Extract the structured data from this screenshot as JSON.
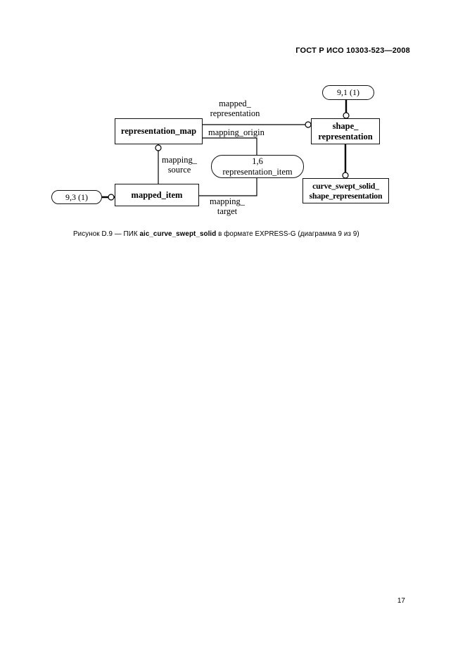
{
  "page": {
    "header_title": "ГОСТ Р ИСО 10303-523—2008",
    "page_number": "17"
  },
  "diagram": {
    "entities": {
      "representation_map": "representation_map",
      "shape_representation": "shape_\nrepresentation",
      "mapped_item": "mapped_item",
      "curve_swept_solid_shape_representation": "curve_swept_solid_\nshape_representation"
    },
    "page_refs": {
      "ref_9_1": "9,1 (1)",
      "ref_9_3": "9,3 (1)",
      "representation_item": "1,6\nrepresentation_item"
    },
    "relations": {
      "mapped_representation": "mapped_\nrepresentation",
      "mapping_origin": "mapping_origin",
      "mapping_source": "mapping_\nsource",
      "mapping_target": "mapping_\ntarget"
    }
  },
  "caption": {
    "prefix": "Рисунок D.9 — ПИК ",
    "bold": "aic_curve_swept_solid",
    "suffix": " в формате EXPRESS-G (диаграмма 9 из 9)"
  }
}
